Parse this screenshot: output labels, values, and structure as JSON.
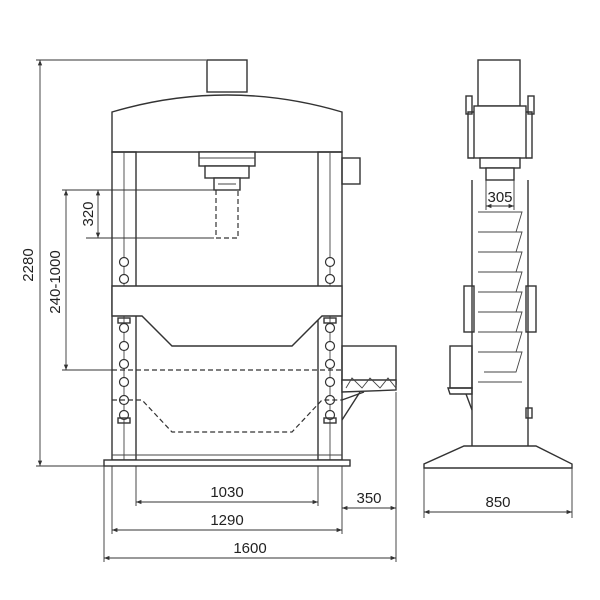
{
  "dimensions": {
    "total_height": "2280",
    "stroke": "320",
    "working_height": "240-1000",
    "cylinder_width": "305",
    "table_width": "1030",
    "inner_frame_width": "1290",
    "total_width": "1600",
    "tray_depth": "350",
    "side_depth": "850"
  },
  "colors": {
    "line": "#333333",
    "background": "#ffffff"
  }
}
